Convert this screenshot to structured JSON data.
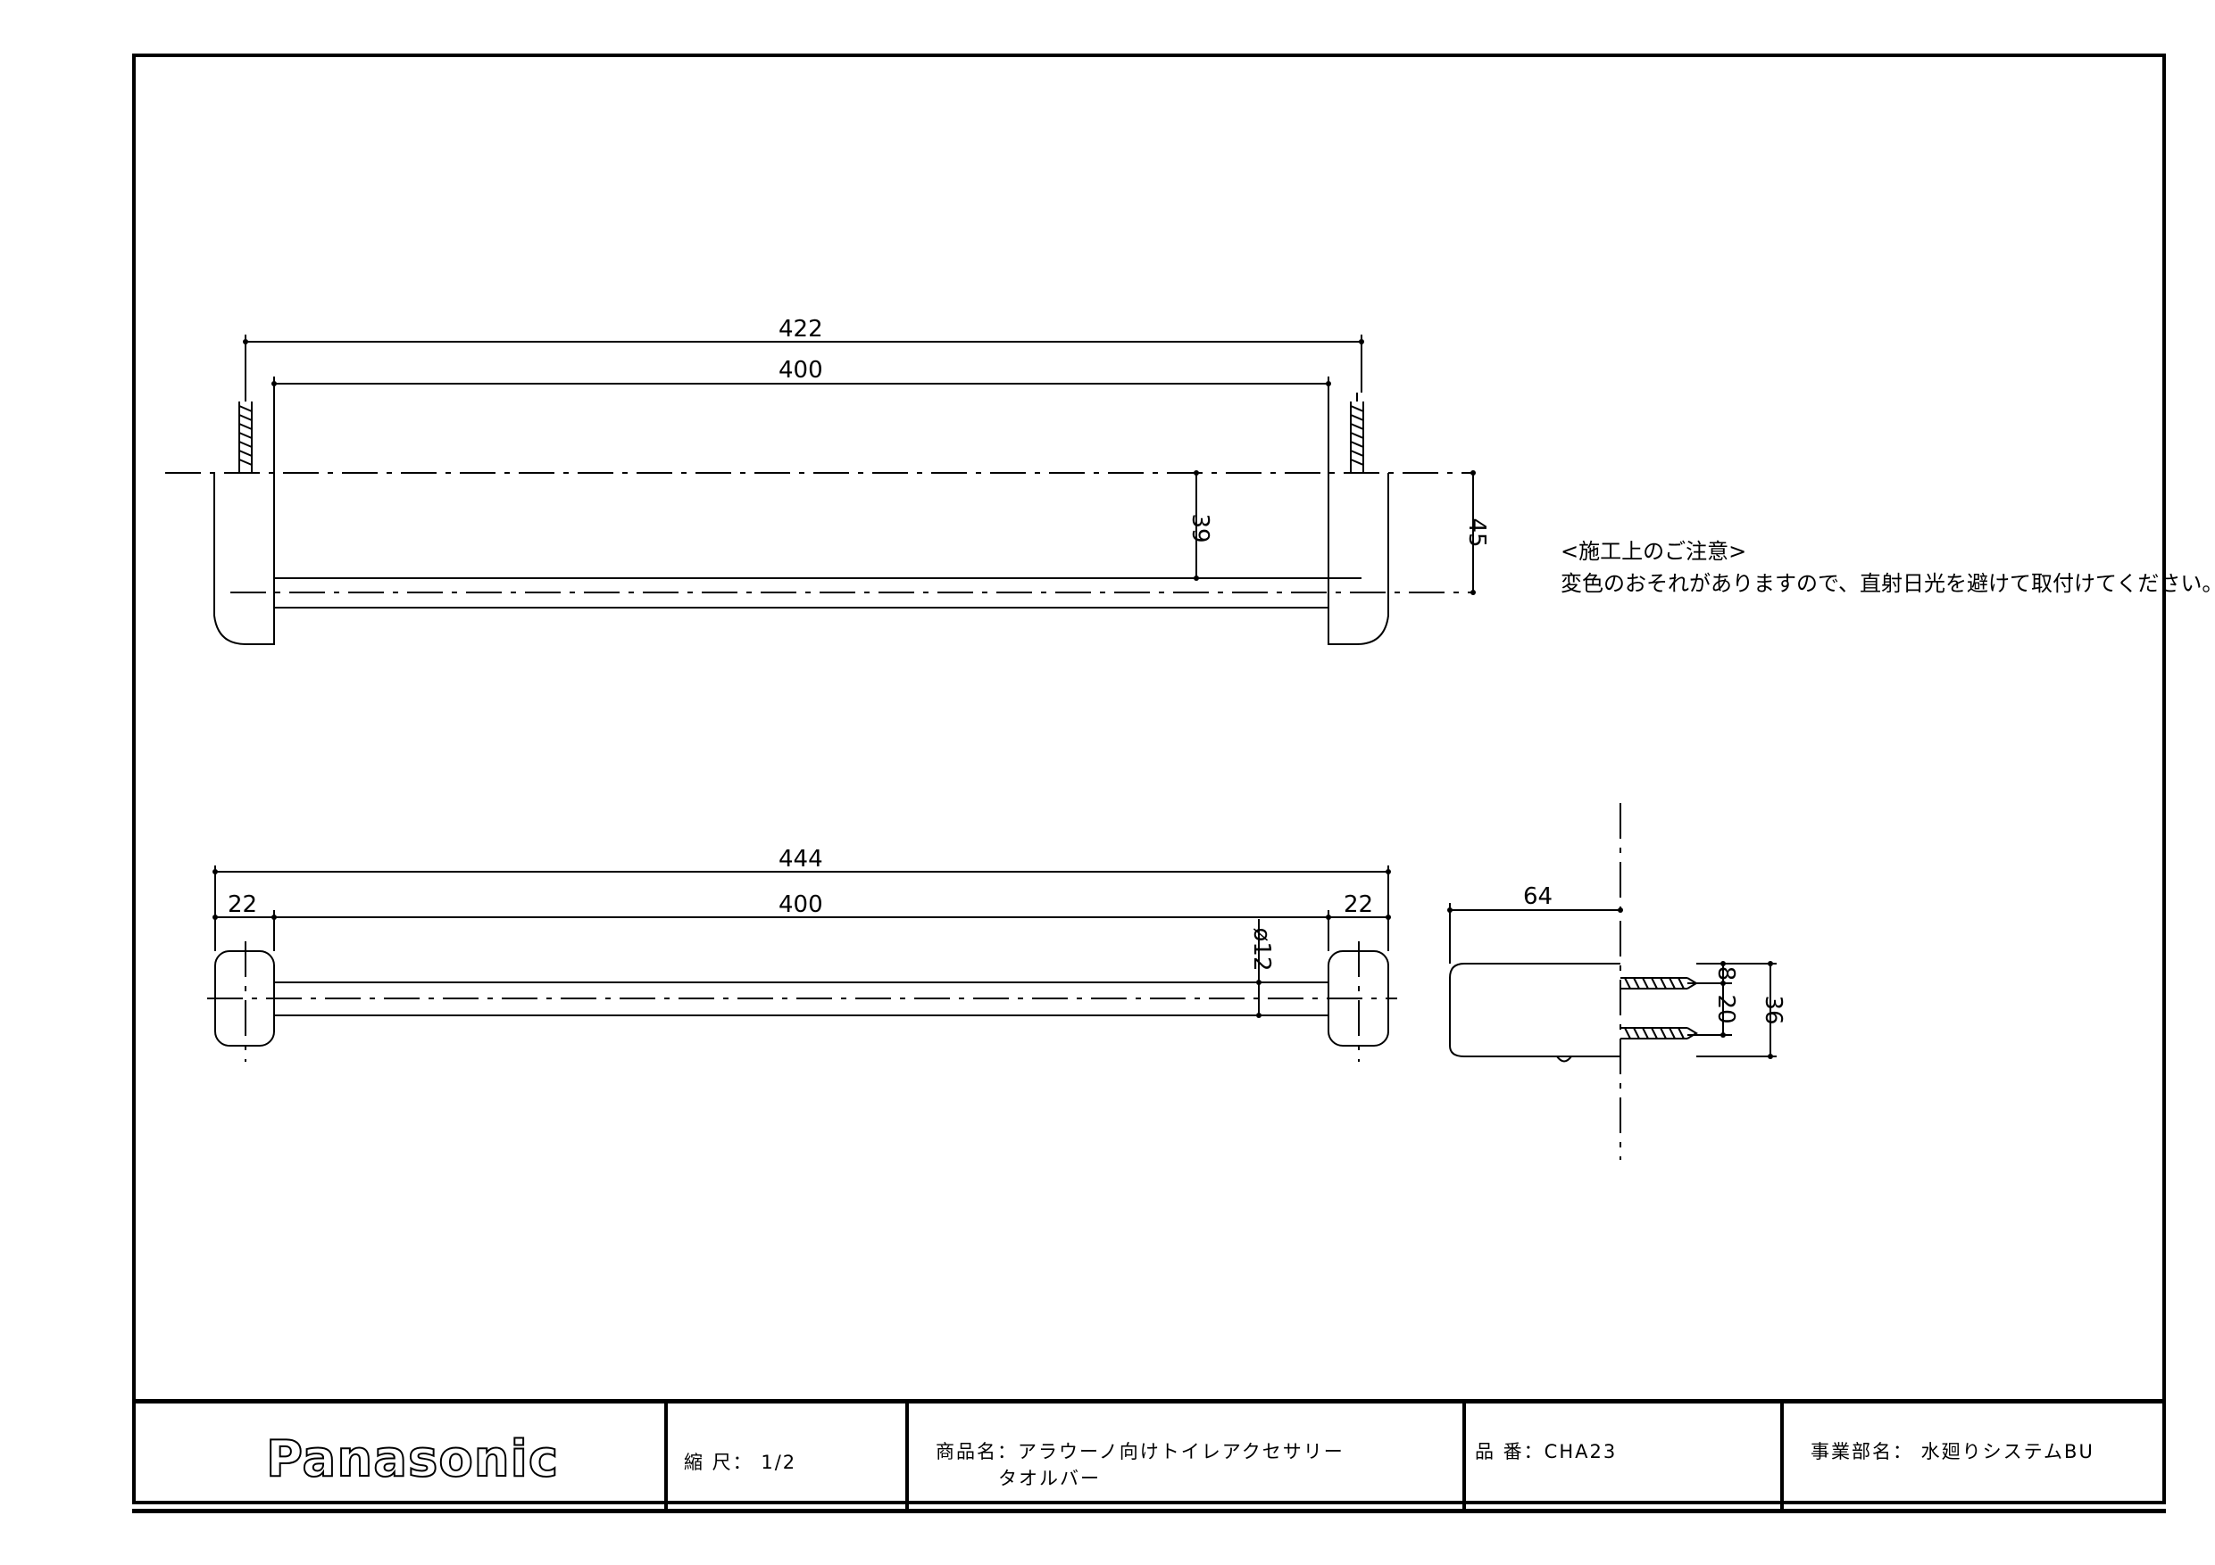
{
  "drawing": {
    "dims": {
      "overall_top": "422",
      "inner_top": "400",
      "depth_bar": "39",
      "depth_total": "45",
      "overall_front": "444",
      "inner_front": "400",
      "left_end": "22",
      "right_end": "22",
      "bar_dia": "ø12",
      "side_depth": "64",
      "screw_pitch": "20",
      "screw_offset": "8",
      "side_height": "36"
    }
  },
  "notes": {
    "heading": "<施工上のご注意>",
    "line1": "変色のおそれがありますので、直射日光を避けて取付けてください。"
  },
  "titleblock": {
    "logo": "Panasonic",
    "scale": "縮 尺： 1/2",
    "product_line1": "商品名：アラウーノ向けトイレアクセサリー",
    "product_line2": "タオルバー",
    "part_no": "品 番：CHA23",
    "division": "事業部名： 水廻りシステムBU"
  }
}
